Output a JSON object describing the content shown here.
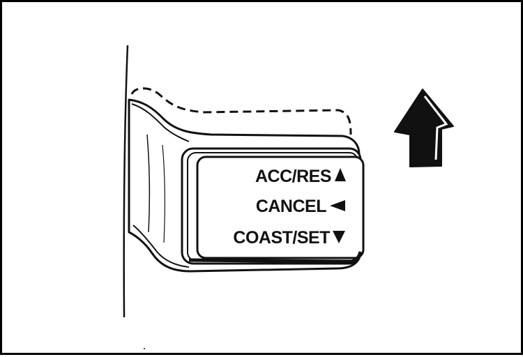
{
  "diagram": {
    "labels": {
      "acc_res": "ACC/RES",
      "cancel": "CANCEL",
      "coast_set": "COAST/SET"
    },
    "indicators": {
      "acc_res": "up-triangle-icon",
      "cancel": "left-triangle-icon",
      "coast_set": "down-triangle-icon",
      "direction": "arrow-up-icon"
    },
    "colors": {
      "ink": "#111111",
      "paper": "#ffffff"
    }
  }
}
